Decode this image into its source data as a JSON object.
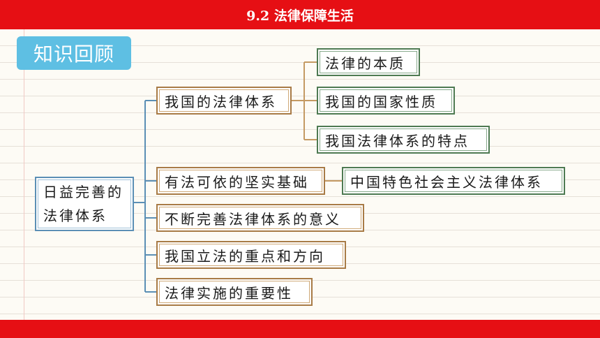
{
  "header": {
    "title": "9.2 法律保障生活"
  },
  "badge": {
    "label": "知识回顾"
  },
  "mindmap": {
    "root": {
      "line1": "日益完善的",
      "line2": "法律体系"
    },
    "branches": [
      {
        "label": "我国的法律体系"
      },
      {
        "label": "有法可依的坚实基础"
      },
      {
        "label": "不断完善法律体系的意义"
      },
      {
        "label": "我国立法的重点和方向"
      },
      {
        "label": "法律实施的重要性"
      }
    ],
    "sub_branches": [
      {
        "label": "法律的本质"
      },
      {
        "label": "我国的国家性质"
      },
      {
        "label": "我国法律体系的特点"
      }
    ],
    "detail": {
      "label": "中国特色社会主义法律体系"
    }
  },
  "colors": {
    "header_bar": "#e60f14",
    "badge": "#5ebfe3",
    "root_border": "#5b8fb5",
    "branch_border": "#a87b46",
    "sub_branch_border": "#4e7a52",
    "connector_blue": "#5b8fb5",
    "connector_brown": "#c49a63"
  }
}
